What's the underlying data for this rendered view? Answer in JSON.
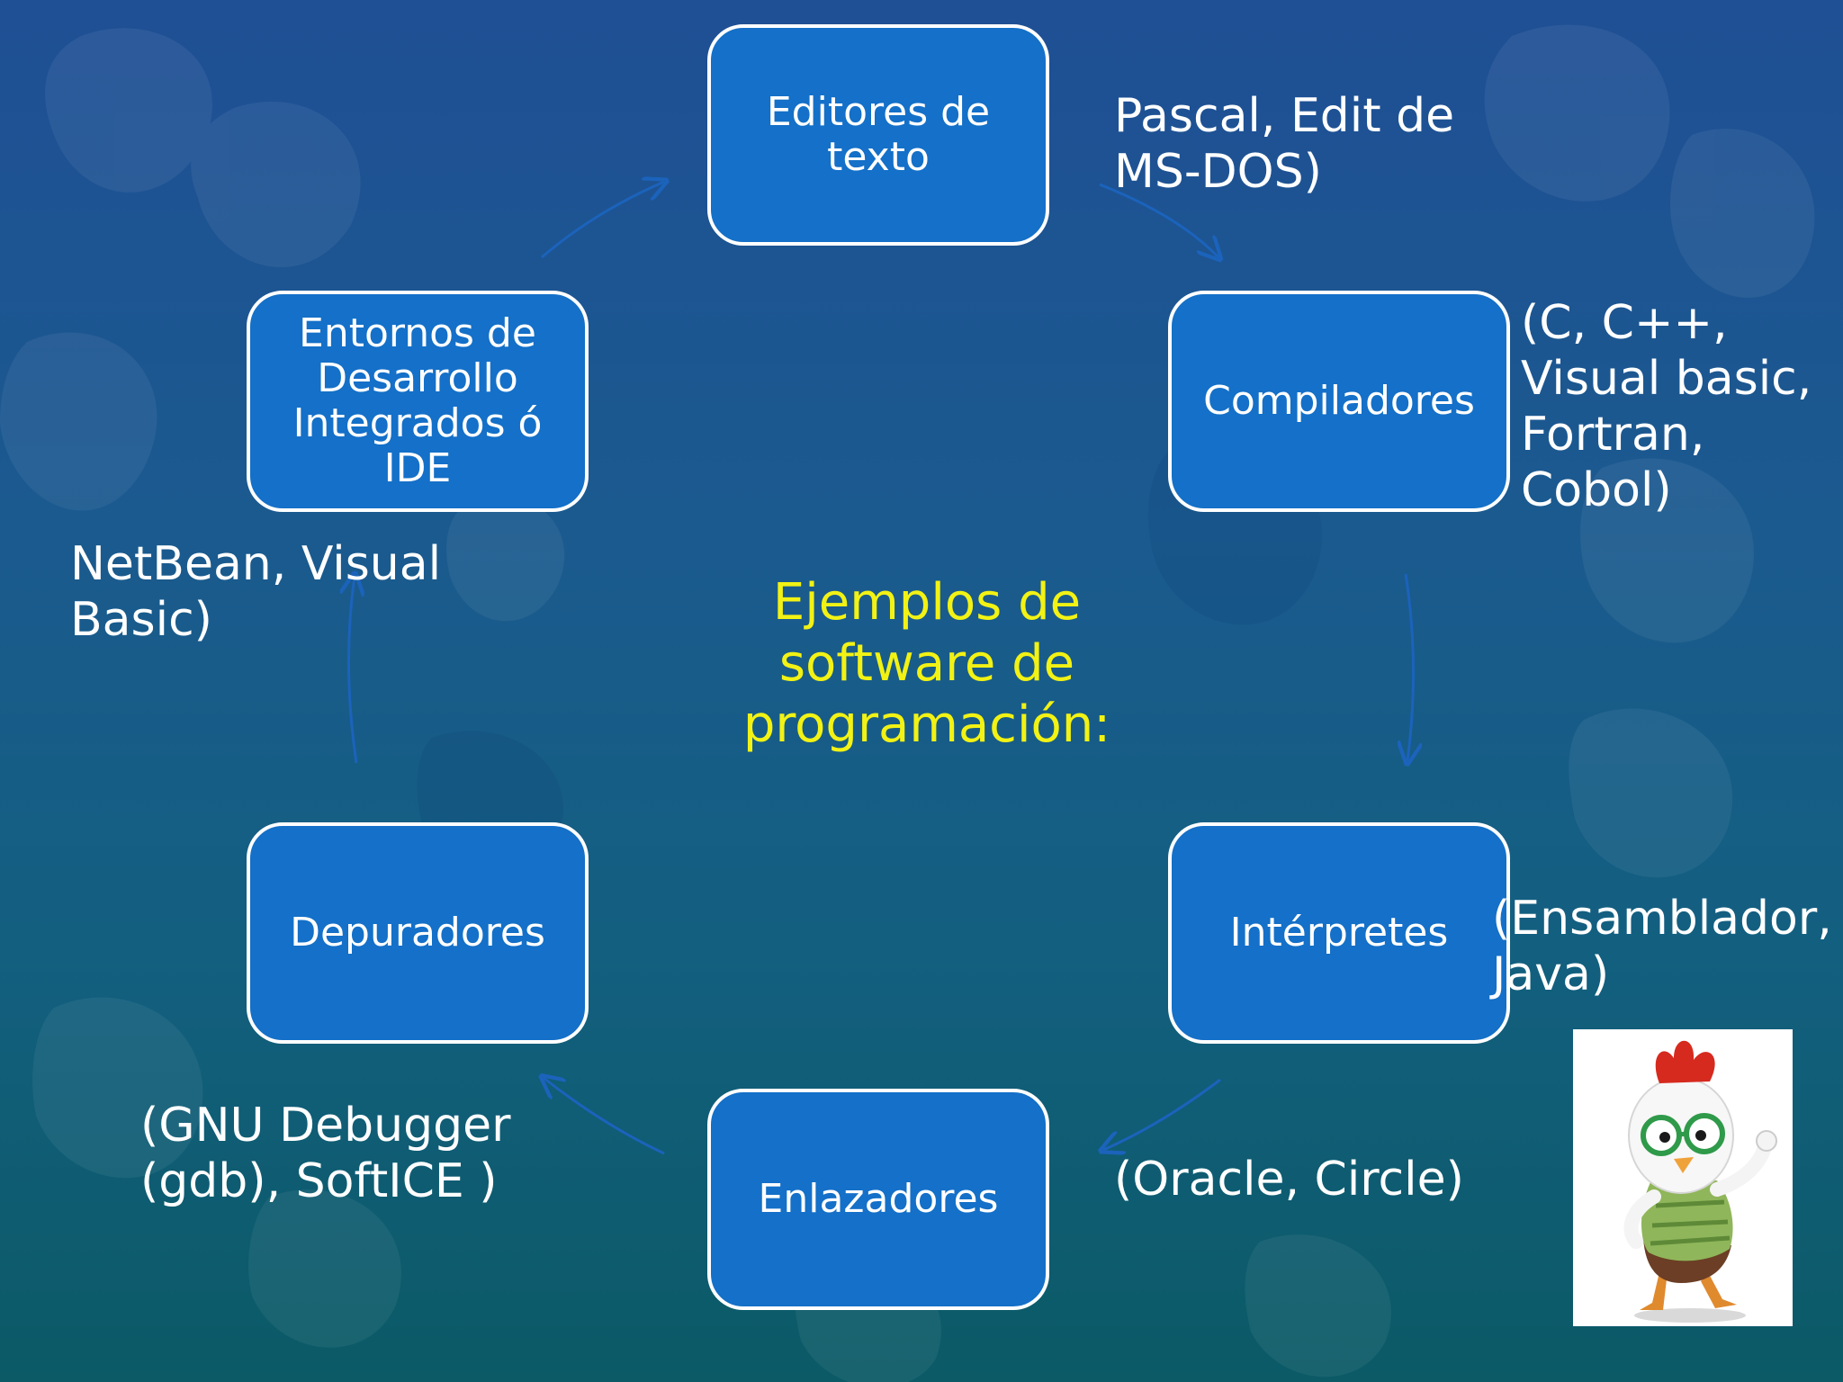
{
  "diagram": {
    "center_title": "Ejemplos de\nsoftware de\nprogramación:",
    "nodes": {
      "editores": "Editores de\ntexto",
      "compiladores": "Compiladores",
      "interpretes": "Intérpretes",
      "enlazadores": "Enlazadores",
      "depuradores": "Depuradores",
      "entornos": "Entornos de\nDesarrollo\nIntegrados ó\nIDE"
    },
    "annotations": {
      "editores": "Pascal, Edit de\nMS-DOS)",
      "compiladores": "(C, C++,\nVisual basic,\nFortran,\nCobol)",
      "interpretes": "(Ensamblador,\nJava)",
      "enlazadores": "(Oracle, Circle)",
      "depuradores": "(GNU Debugger\n(gdb), SoftICE )",
      "entornos": "NetBean, Visual\nBasic)"
    }
  },
  "colors": {
    "node_fill": "#1470c8",
    "node_border": "#ffffff",
    "title_text": "#f2f214",
    "annotation_text": "#ffffff",
    "arrow": "#1b63bb"
  },
  "image": {
    "icon": "cartoon-chicken-icon"
  }
}
